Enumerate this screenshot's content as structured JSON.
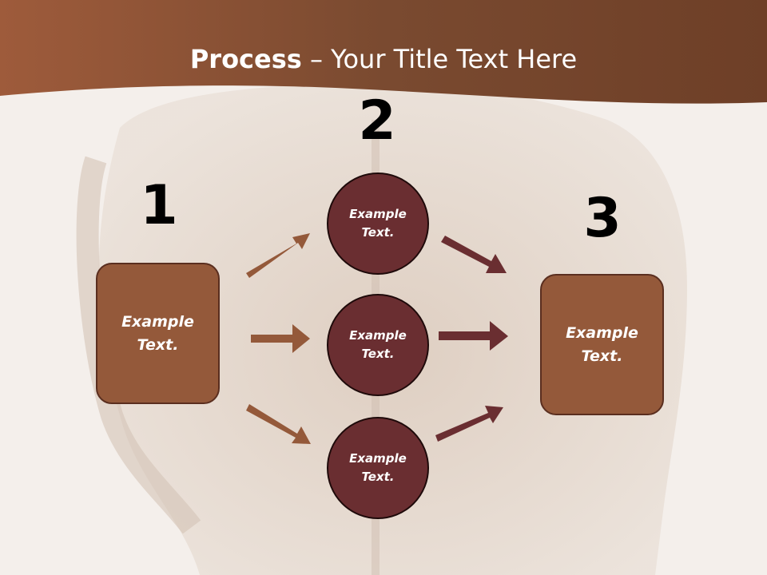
{
  "title": {
    "bold": "Process",
    "rest": " – Your Title Text Here"
  },
  "steps": {
    "one": "1",
    "two": "2",
    "three": "3"
  },
  "boxes": {
    "left": "Example Text.",
    "right": "Example Text."
  },
  "circles": {
    "top": "Example Text.",
    "middle": "Example Text.",
    "bottom": "Example Text."
  },
  "colors": {
    "header": "#8a5233",
    "box_fill": "#94593a",
    "circle_fill": "#6a2e31",
    "arrow_left": "#94593a",
    "arrow_right": "#6a2e31"
  }
}
